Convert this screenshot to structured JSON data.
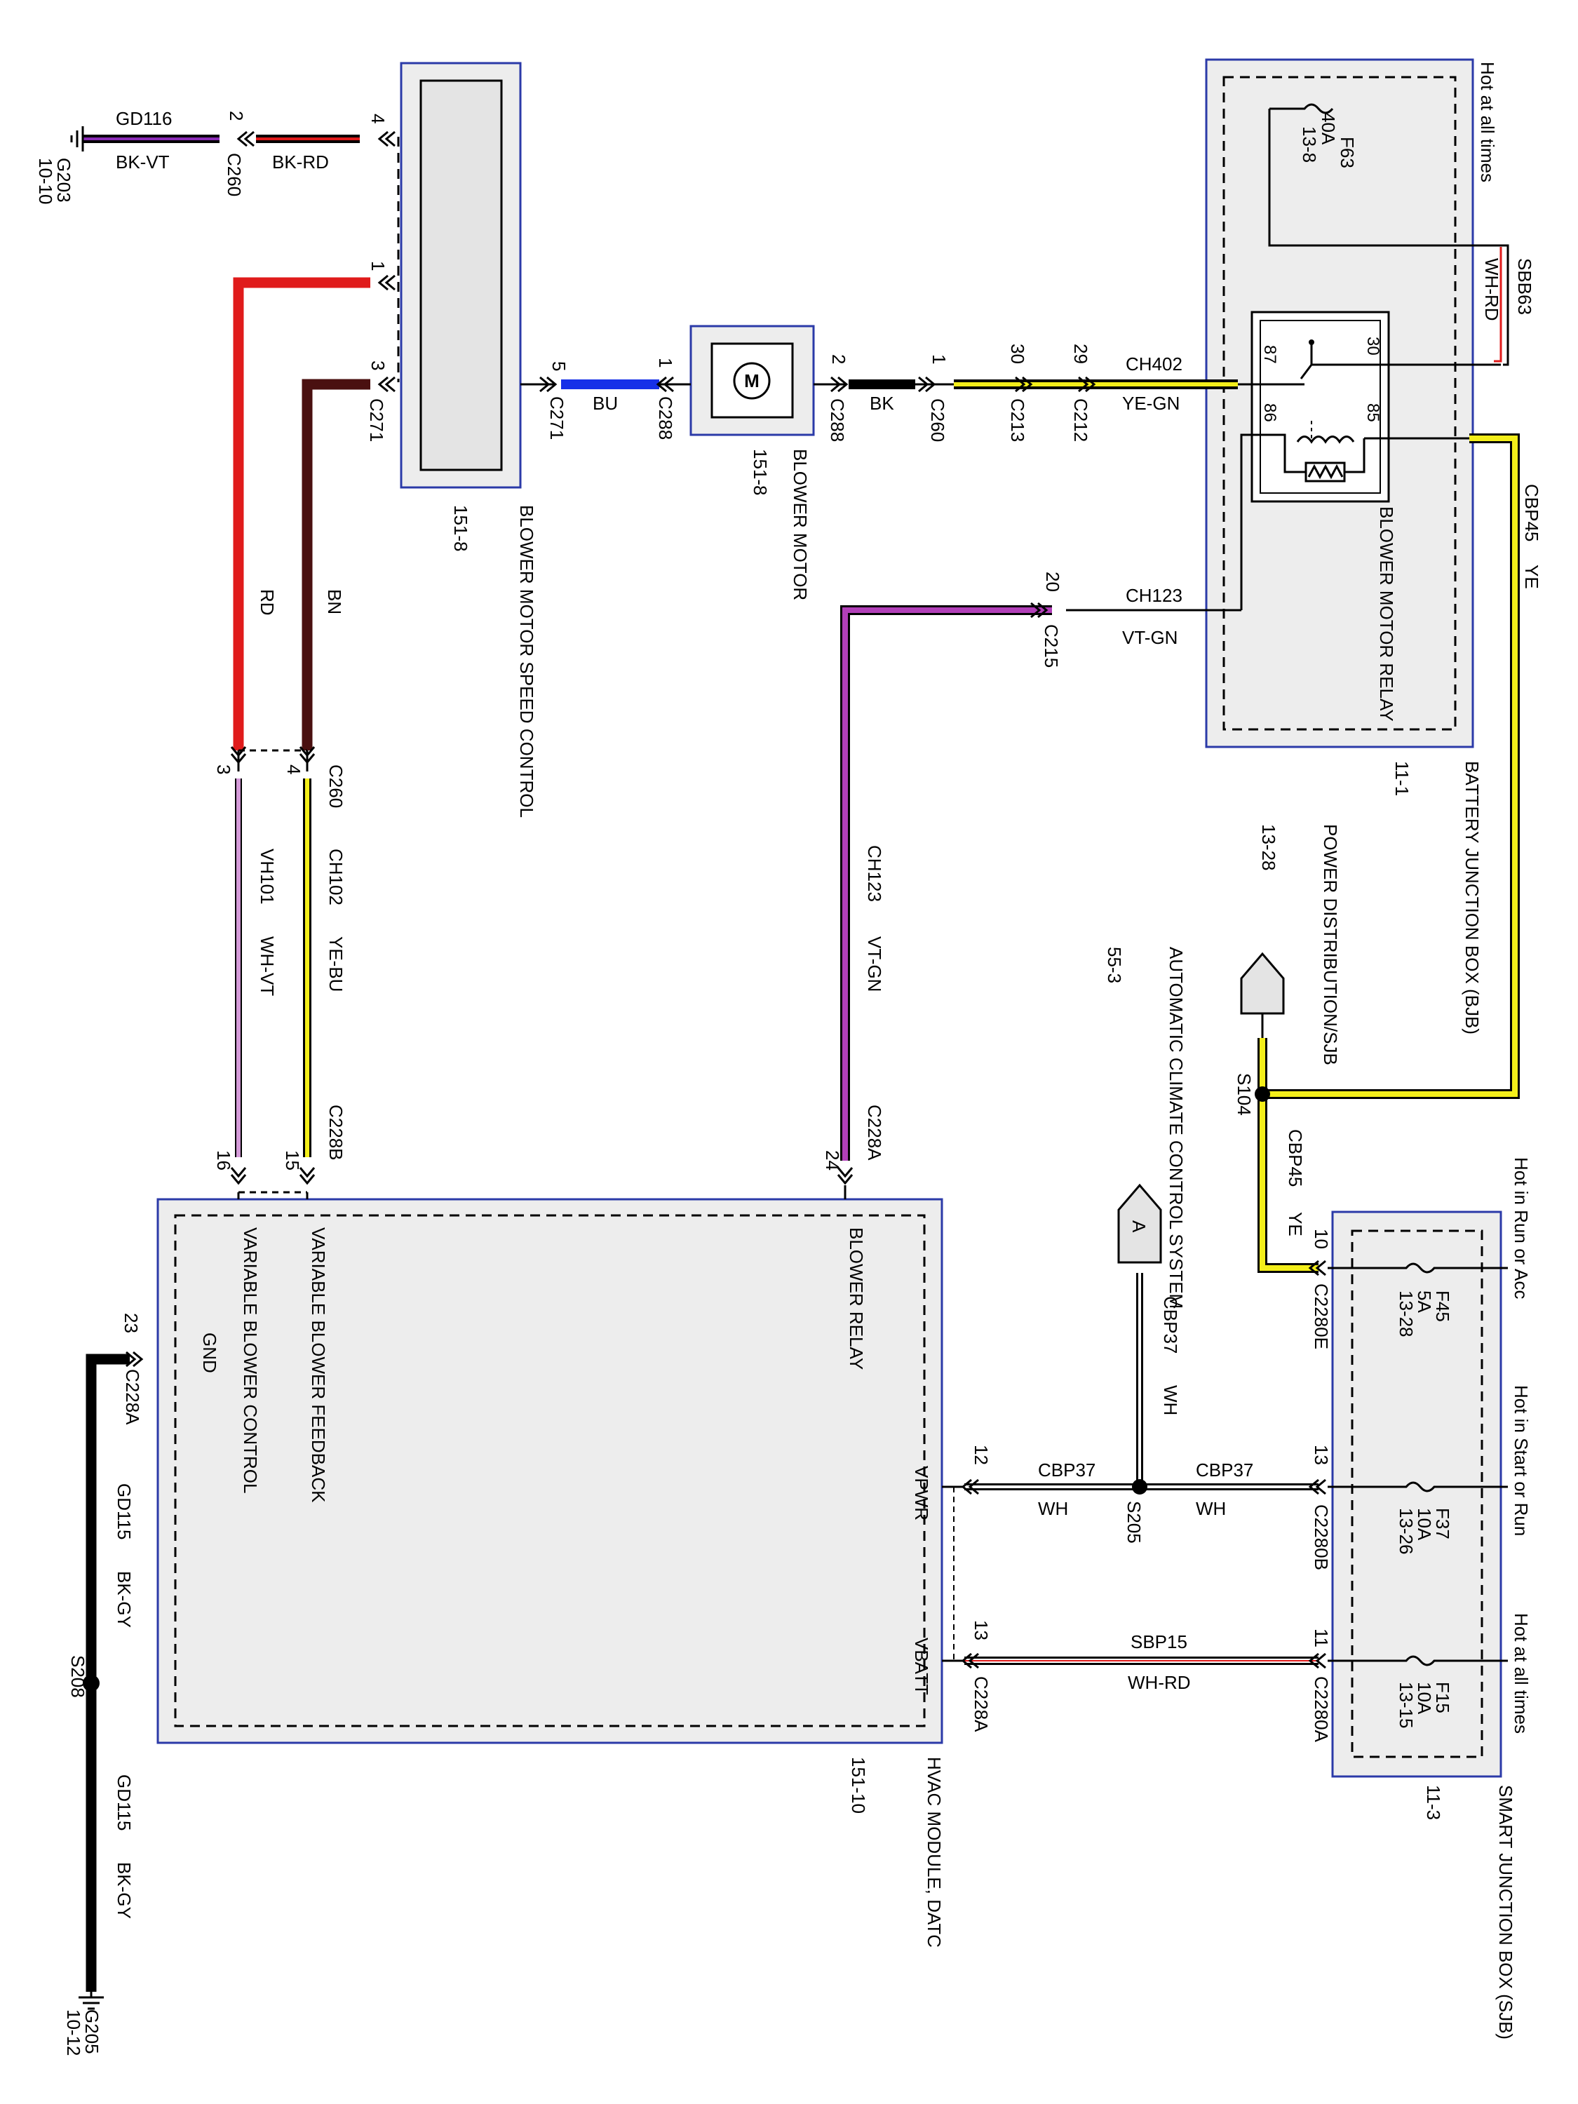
{
  "colors": {
    "red": "#e01b1b",
    "brown": "#4a1010",
    "blue": "#1730e8",
    "yellow": "#f3ee1a",
    "violet": "#b13fb8",
    "black": "#000000",
    "box_fill": "#ededed",
    "box_stroke": "#2b3aa8"
  },
  "components": {
    "blower_motor_speed_control": {
      "name": "BLOWER MOTOR SPEED CONTROL",
      "ref": "151-8"
    },
    "blower_motor": {
      "name": "BLOWER MOTOR",
      "ref": "151-8"
    },
    "bjb": {
      "name": "BATTERY JUNCTION BOX (BJB)",
      "ref": "11-1",
      "power": "Hot at all times"
    },
    "sjb": {
      "name": "SMART JUNCTION BOX (SJB)",
      "ref": "11-3"
    },
    "hvac": {
      "name": "HVAC MODULE, DATC",
      "ref": "151-10"
    },
    "blower_motor_relay": {
      "name": "BLOWER MOTOR RELAY",
      "pins": [
        "30",
        "87",
        "86",
        "85"
      ]
    },
    "power_distribution": {
      "name": "POWER DISTRIBUTION/SJB",
      "ref": "13-28"
    },
    "automatic_climate": {
      "name": "AUTOMATIC CLIMATE CONTROL SYSTEM",
      "ref": "55-3",
      "connector_id": "A"
    }
  },
  "fuses": [
    {
      "id": "F63",
      "amps": "40A",
      "ref": "13-8"
    },
    {
      "id": "F45",
      "amps": "5A",
      "ref": "13-28",
      "power": "Hot in Run or Acc"
    },
    {
      "id": "F37",
      "amps": "10A",
      "ref": "13-26",
      "power": "Hot in Start or Run"
    },
    {
      "id": "F15",
      "amps": "10A",
      "ref": "13-15",
      "power": "Hot at all times"
    }
  ],
  "grounds": [
    {
      "id": "G203",
      "ref": "10-10"
    },
    {
      "id": "G205",
      "ref": "10-12"
    }
  ],
  "splices": [
    "S104",
    "S205",
    "S208"
  ],
  "hvac_pins": {
    "blower_relay": "BLOWER RELAY",
    "variable_blower_feedback": "VARIABLE BLOWER FEEDBACK",
    "variable_blower_control": "VARIABLE BLOWER CONTROL",
    "gnd": "GND",
    "vpwr": "VPWR",
    "vbatt": "VBATT"
  },
  "wires": {
    "gd116": {
      "circuit": "GD116",
      "color": "BK-VT"
    },
    "bk_rd": {
      "color": "BK-RD"
    },
    "rd": {
      "color": "RD"
    },
    "bn": {
      "color": "BN"
    },
    "bu": {
      "color": "BU"
    },
    "bk": {
      "color": "BK"
    },
    "ch402": {
      "circuit": "CH402",
      "color": "YE-GN"
    },
    "sbb63": {
      "circuit": "SBB63",
      "color": "WH-RD"
    },
    "cbp45": {
      "circuit": "CBP45",
      "color": "YE"
    },
    "ch123": {
      "circuit": "CH123",
      "color": "VT-GN"
    },
    "vh101": {
      "circuit": "VH101",
      "color": "WH-VT"
    },
    "ch102": {
      "circuit": "CH102",
      "color": "YE-BU"
    },
    "cbp37": {
      "circuit": "CBP37",
      "color": "WH"
    },
    "sbp15": {
      "circuit": "SBP15",
      "color": "WH-RD"
    },
    "gd115": {
      "circuit": "GD115",
      "color": "BK-GY"
    }
  },
  "connectors": {
    "c260_top": {
      "id": "C260",
      "pin": "2"
    },
    "bmsc_pin4": "4",
    "bmsc_pin1": "1",
    "bmsc_pin3": "3",
    "c271_a": {
      "id": "C271",
      "pin": "3"
    },
    "c271_b": {
      "id": "C271",
      "pin": "5"
    },
    "c288_a": {
      "id": "C288",
      "pin": "1"
    },
    "c288_b": {
      "id": "C288",
      "pin": "2"
    },
    "c260_mid": {
      "id": "C260",
      "pin": "1"
    },
    "c213": {
      "id": "C213",
      "pin": "30"
    },
    "c212": {
      "id": "C212",
      "pin": "29"
    },
    "c215": {
      "id": "C215",
      "pin": "20"
    },
    "c260_low": {
      "id": "C260",
      "pins": [
        "3",
        "4"
      ]
    },
    "c228b": {
      "id": "C228B",
      "pins": [
        "16",
        "15"
      ]
    },
    "c228a_24": {
      "id": "C228A",
      "pin": "24"
    },
    "c228a_23": {
      "id": "C228A",
      "pin": "23"
    },
    "c228a_12": {
      "pin": "12"
    },
    "c228a_13": {
      "id": "C228A",
      "pin": "13"
    },
    "c2280e": {
      "id": "C2280E",
      "pin": "10"
    },
    "c2280b": {
      "id": "C2280B",
      "pin": "13"
    },
    "c2280a": {
      "id": "C2280A",
      "pin": "11"
    }
  }
}
